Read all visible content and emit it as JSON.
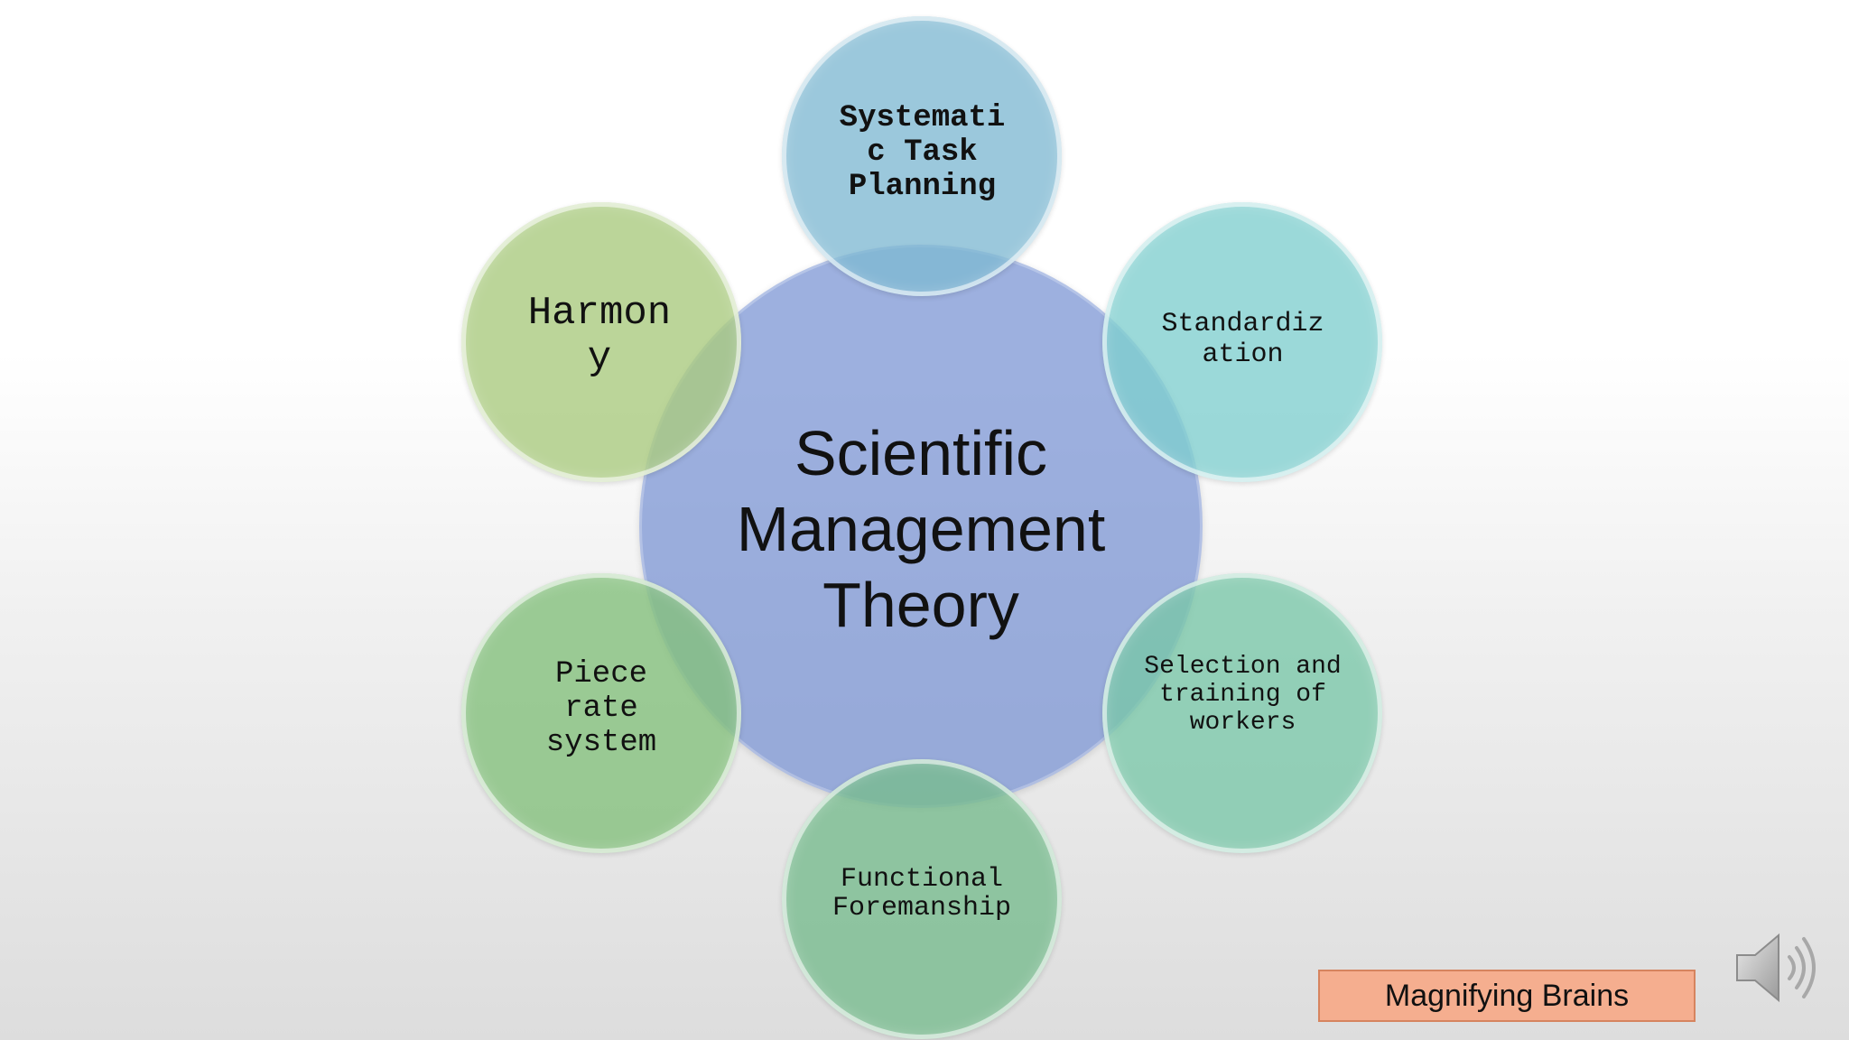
{
  "diagram": {
    "center": "Scientific Management Theory",
    "items": [
      {
        "label": "Systemati\nc Task\nPlanning",
        "color": "#7fb8d2"
      },
      {
        "label": "Standardiz\nation",
        "color": "#7fcece"
      },
      {
        "label": "Selection and training of workers",
        "color": "#78c7a8"
      },
      {
        "label": "Functional Foremanship",
        "color": "#78bb8e"
      },
      {
        "label": "Piece rate system",
        "color": "#84c17d"
      },
      {
        "label": "Harmon\ny",
        "color": "#aacb80"
      }
    ]
  },
  "brand": "Magnifying Brains",
  "icons": {
    "audio": "speaker-icon"
  }
}
